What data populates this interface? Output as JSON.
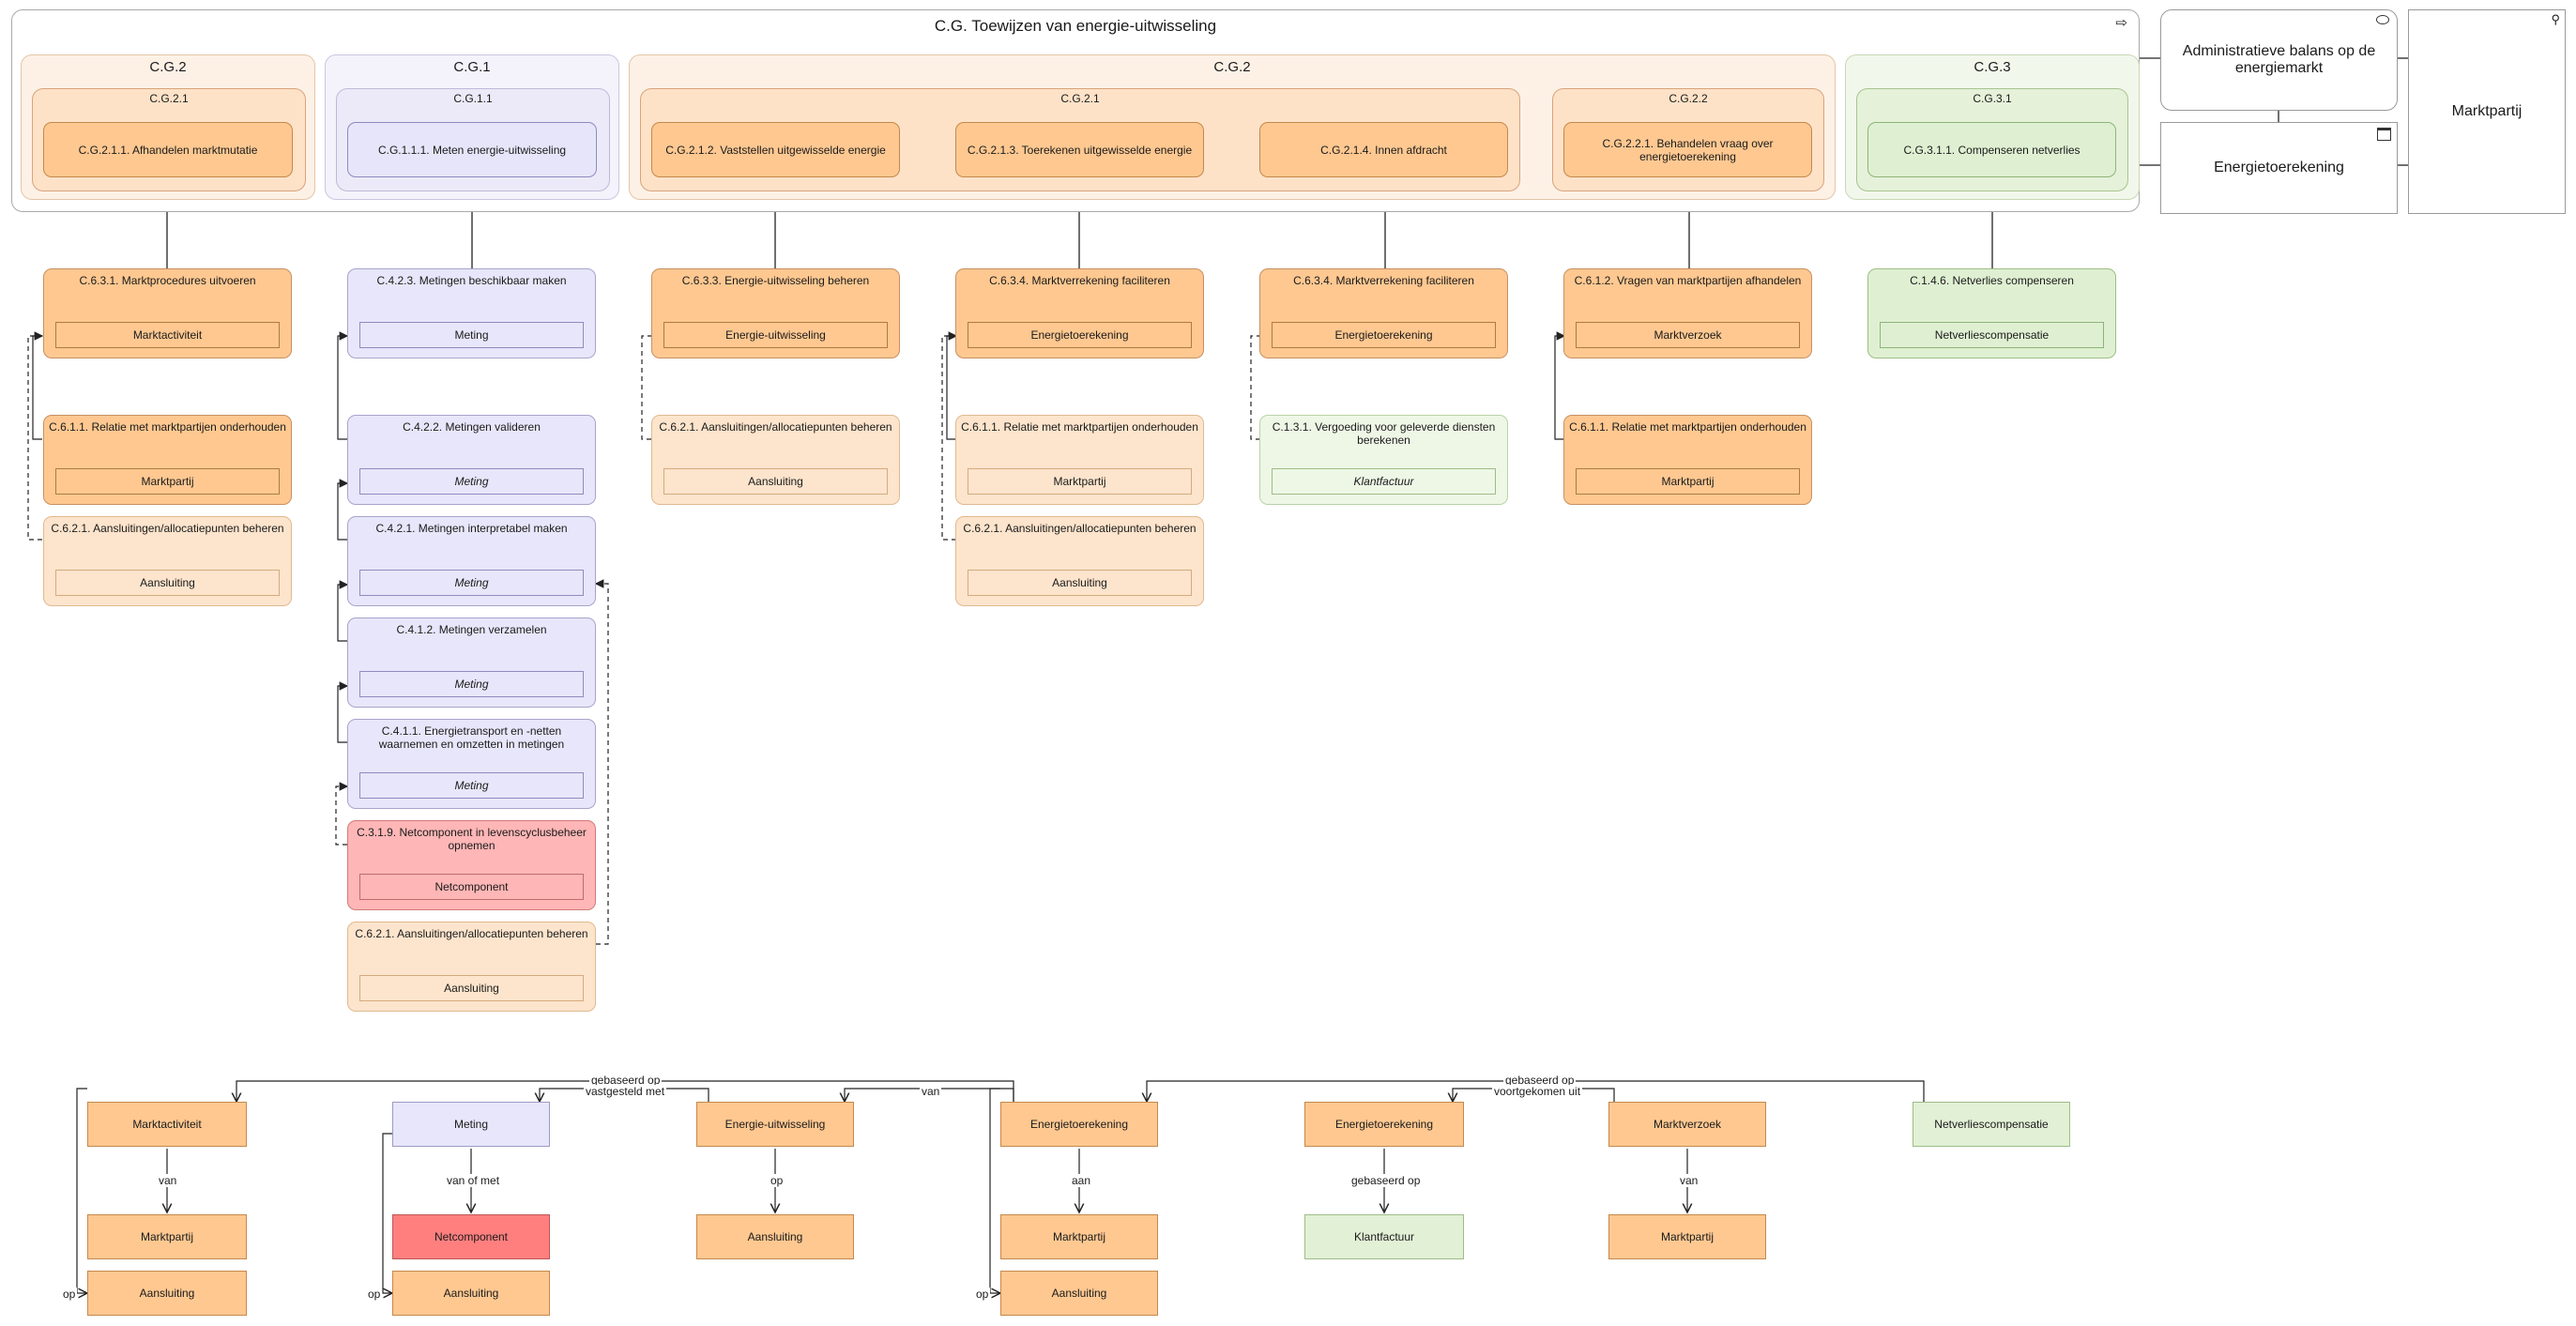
{
  "main_title": "C.G. Toewijzen van energie-uitwisseling",
  "groups": {
    "g_left": "C.G.2",
    "g_left_sub": "C.G.2.1",
    "g1": "C.G.1",
    "g1_sub": "C.G.1.1",
    "g2": "C.G.2",
    "g2_sub1": "C.G.2.1",
    "g2_sub2": "C.G.2.2",
    "g3": "C.G.3",
    "g3_sub": "C.G.3.1"
  },
  "processes": [
    "C.G.2.1.1. Afhandelen marktmutatie",
    "C.G.1.1.1. Meten energie-uitwisseling",
    "C.G.2.1.2. Vaststellen uitgewisselde energie",
    "C.G.2.1.3. Toerekenen uitgewisselde energie",
    "C.G.2.1.4. Innen afdracht",
    "C.G.2.2.1. Behandelen vraag over energietoerekening",
    "C.G.3.1.1. Compenseren netverlies"
  ],
  "side": {
    "admin_balans": "Administratieve balans op de energiemarkt",
    "energietoerekening": "Energietoerekening",
    "marktpartij": "Marktpartij"
  },
  "cards": [
    {
      "title": "C.6.3.1. Marktprocedures uitvoeren",
      "obj": "Marktactiviteit"
    },
    {
      "title": "C.6.1.1. Relatie met marktpartijen onderhouden",
      "obj": "Marktpartij"
    },
    {
      "title": "C.6.2.1. Aansluitingen/allocatiepunten beheren",
      "obj": "Aansluiting"
    },
    {
      "title": "C.4.2.3. Metingen beschikbaar maken",
      "obj": "Meting"
    },
    {
      "title": "C.4.2.2. Metingen valideren",
      "obj": "Meting"
    },
    {
      "title": "C.4.2.1. Metingen interpretabel maken",
      "obj": "Meting"
    },
    {
      "title": "C.4.1.2. Metingen verzamelen",
      "obj": "Meting"
    },
    {
      "title": "C.4.1.1. Energietransport en -netten waarnemen en omzetten in metingen",
      "obj": "Meting"
    },
    {
      "title": "C.3.1.9. Netcomponent in levenscyclusbeheer opnemen",
      "obj": "Netcomponent"
    },
    {
      "title": "C.6.2.1. Aansluitingen/allocatiepunten beheren",
      "obj": "Aansluiting"
    },
    {
      "title": "C.6.3.3. Energie-uitwisseling beheren",
      "obj": "Energie-uitwisseling"
    },
    {
      "title": "C.6.2.1. Aansluitingen/allocatiepunten beheren",
      "obj": "Aansluiting"
    },
    {
      "title": "C.6.3.4. Marktverrekening faciliteren",
      "obj": "Energietoerekening"
    },
    {
      "title": "C.6.1.1. Relatie met marktpartijen onderhouden",
      "obj": "Marktpartij"
    },
    {
      "title": "C.6.2.1. Aansluitingen/allocatiepunten beheren",
      "obj": "Aansluiting"
    },
    {
      "title": "C.6.3.4. Marktverrekening faciliteren",
      "obj": "Energietoerekening"
    },
    {
      "title": "C.1.3.1. Vergoeding voor geleverde diensten berekenen",
      "obj": "Klantfactuur"
    },
    {
      "title": "C.6.1.2. Vragen van marktpartijen afhandelen",
      "obj": "Marktverzoek"
    },
    {
      "title": "C.6.1.1. Relatie met marktpartijen onderhouden",
      "obj": "Marktpartij"
    },
    {
      "title": "C.1.4.6. Netverlies compenseren",
      "obj": "Netverliescompensatie"
    }
  ],
  "objects": {
    "top": [
      "Marktactiviteit",
      "Meting",
      "Energie-uitwisseling",
      "Energietoerekening",
      "Energietoerekening",
      "Marktverzoek",
      "Netverliescompensatie"
    ],
    "mid": [
      "Marktpartij",
      "Netcomponent",
      "Aansluiting",
      "Marktpartij",
      "Klantfactuur",
      "Marktpartij"
    ],
    "bottom": [
      "Aansluiting",
      "Aansluiting",
      "Aansluiting"
    ]
  },
  "relations": {
    "van": "van",
    "van_of_met": "van of met",
    "op": "op",
    "aan": "aan",
    "gebaseerd_op": "gebaseerd op",
    "vastgesteld_met": "vastgesteld met",
    "voortgekomen_uit": "voortgekomen uit"
  }
}
